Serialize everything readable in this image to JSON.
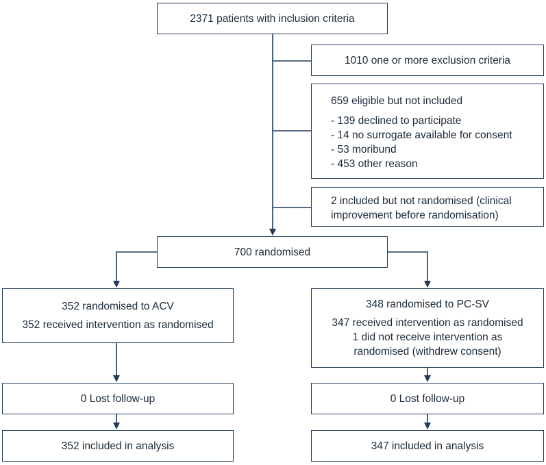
{
  "diagram": {
    "inclusion": "2371 patients with inclusion criteria",
    "exclusion": "1010 one or more exclusion criteria",
    "eligible": {
      "title": "659 eligible but not included",
      "items": [
        "- 139 declined to participate",
        "- 14 no surrogate available for consent",
        "- 53 moribund",
        "- 453 other reason"
      ]
    },
    "not_randomised": {
      "line1": "2 included but not randomised (clinical",
      "line2": "improvement before randomisation)"
    },
    "randomised": "700 randomised",
    "acv": {
      "title": "352 randomised to ACV",
      "line1": "352 received intervention as randomised"
    },
    "pcsv": {
      "title": "348 randomised to PC-SV",
      "line1": "347 received intervention as randomised",
      "line2": "1 did not receive intervention as",
      "line3": "randomised (withdrew consent)"
    },
    "acv_lost": "0 Lost follow-up",
    "pcsv_lost": "0 Lost follow-up",
    "acv_analysis": "352 included in analysis",
    "pcsv_analysis": "347 included in analysis"
  },
  "colors": {
    "line": "#1f3a5a",
    "text": "#1b2a3a"
  }
}
